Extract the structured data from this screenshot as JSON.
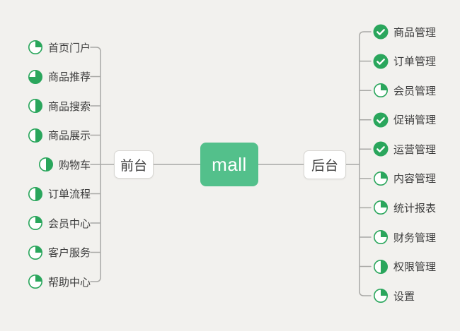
{
  "colors": {
    "background": "#f2f1ee",
    "node_green": "#53c08b",
    "icon_green": "#2aa65c",
    "line_gray": "#a8a8a5"
  },
  "root": {
    "label": "mall"
  },
  "branches": [
    {
      "label": "前台",
      "side": "left",
      "items": [
        {
          "label": "首页门户",
          "icon": "pie-25"
        },
        {
          "label": "商品推荐",
          "icon": "pie-75"
        },
        {
          "label": "商品搜索",
          "icon": "pie-50"
        },
        {
          "label": "商品展示",
          "icon": "pie-50"
        },
        {
          "label": "购物车",
          "icon": "pie-50"
        },
        {
          "label": "订单流程",
          "icon": "pie-50"
        },
        {
          "label": "会员中心",
          "icon": "pie-25"
        },
        {
          "label": "客户服务",
          "icon": "pie-25"
        },
        {
          "label": "帮助中心",
          "icon": "pie-25"
        }
      ]
    },
    {
      "label": "后台",
      "side": "right",
      "items": [
        {
          "label": "商品管理",
          "icon": "check"
        },
        {
          "label": "订单管理",
          "icon": "check"
        },
        {
          "label": "会员管理",
          "icon": "pie-25"
        },
        {
          "label": "促销管理",
          "icon": "check"
        },
        {
          "label": "运营管理",
          "icon": "check"
        },
        {
          "label": "内容管理",
          "icon": "pie-25"
        },
        {
          "label": "统计报表",
          "icon": "pie-25"
        },
        {
          "label": "财务管理",
          "icon": "pie-25"
        },
        {
          "label": "权限管理",
          "icon": "pie-50"
        },
        {
          "label": "设置",
          "icon": "pie-25"
        }
      ]
    }
  ]
}
